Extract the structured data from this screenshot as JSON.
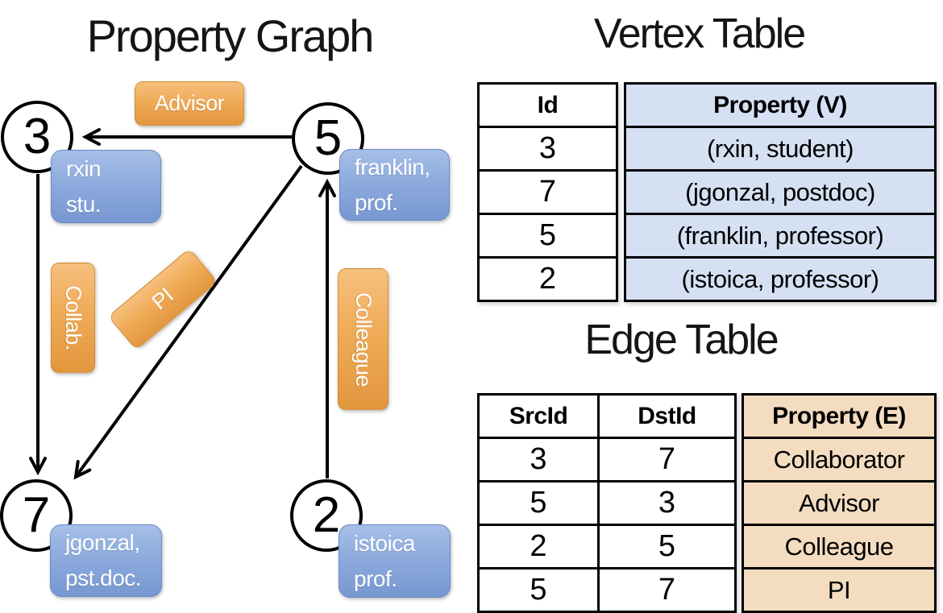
{
  "colors": {
    "edge_label_orange_top": "#f6c07e",
    "edge_label_orange_bottom": "#e2973e",
    "vertex_box_blue_top": "#a7bfe8",
    "vertex_box_blue_bottom": "#7797d1",
    "vertex_property_bg": "#d5e0f3",
    "edge_property_bg": "#f3dcc0",
    "line_color": "#000000"
  },
  "graph": {
    "title": "Property Graph",
    "nodes": [
      {
        "id": "3"
      },
      {
        "id": "5"
      },
      {
        "id": "7"
      },
      {
        "id": "2"
      }
    ],
    "vertex_boxes": [
      {
        "line1": "rxin",
        "line2": "stu."
      },
      {
        "line1": "franklin,",
        "line2": "prof."
      },
      {
        "line1": "jgonzal,",
        "line2": "pst.doc."
      },
      {
        "line1": "istoica",
        "line2": "prof."
      }
    ],
    "edge_labels": {
      "advisor": "Advisor",
      "collab": "Collab.",
      "pi": "PI",
      "colleague": "Colleague"
    }
  },
  "vertex_table": {
    "title": "Vertex Table",
    "col_id": "Id",
    "col_property": "Property (V)",
    "rows": [
      {
        "id": "3",
        "property": "(rxin, student)"
      },
      {
        "id": "7",
        "property": "(jgonzal, postdoc)"
      },
      {
        "id": "5",
        "property": "(franklin, professor)"
      },
      {
        "id": "2",
        "property": "(istoica, professor)"
      }
    ]
  },
  "edge_table": {
    "title": "Edge Table",
    "col_src": "SrcId",
    "col_dst": "DstId",
    "col_property": "Property (E)",
    "rows": [
      {
        "src": "3",
        "dst": "7",
        "property": "Collaborator"
      },
      {
        "src": "5",
        "dst": "3",
        "property": "Advisor"
      },
      {
        "src": "2",
        "dst": "5",
        "property": "Colleague"
      },
      {
        "src": "5",
        "dst": "7",
        "property": "PI"
      }
    ]
  }
}
